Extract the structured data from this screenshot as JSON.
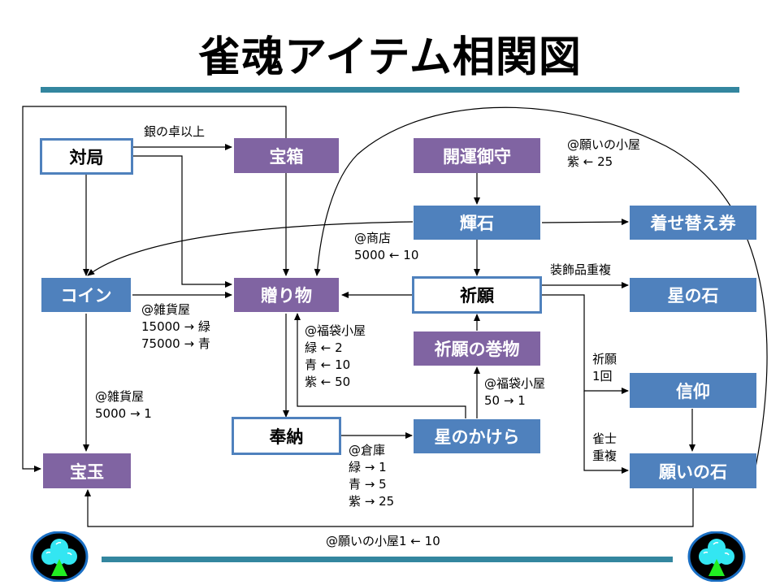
{
  "title": "雀魂アイテム相関図",
  "nodes": {
    "taikyoku": "対局",
    "takarabako": "宝箱",
    "kaiun_omamori": "開運御守",
    "kiseki": "輝石",
    "kisekae_ken": "着せ替え券",
    "coin": "コイン",
    "okurimono": "贈り物",
    "kigan": "祈願",
    "hoshi_no_ishi": "星の石",
    "kigan_no_makimono": "祈願の巻物",
    "shinkou": "信仰",
    "hounou": "奉納",
    "hoshi_no_kakera": "星のかけら",
    "hougyoku": "宝玉",
    "negai_no_ishi": "願いの石"
  },
  "node_colors": {
    "purple": "#8064a2",
    "blue": "#4f81bd",
    "outline_border": "#4f81bd",
    "rule": "#33869f"
  },
  "labels": {
    "taikyoku_to_takarabako": "銀の卓以上",
    "negai_hut_shiun": "@願いの小屋\n紫 ← 25",
    "shop_kiseki_coin": "@商店\n5000 ← 10",
    "kigan_to_hoshi": "装飾品重複",
    "zakkaya_coin_okurimono": "@雑貨屋\n15000 → 緑\n75000 → 青",
    "fukubukuro_okurimono": "@福袋小屋\n緑 ← 2\n青 ← 10\n紫 ← 50",
    "kigan_once": "祈願\n1回",
    "zakkaya_coin_hougyoku": "@雑貨屋\n5000 → 1",
    "fukubukuro_makimono": "@福袋小屋\n50 → 1",
    "jansi_dup": "雀士\n重複",
    "souko_hounou": "@倉庫\n緑 → 1\n青 → 5\n紫 → 25",
    "negai_hut_hougyoku": "@願いの小屋1 ← 10"
  },
  "icons": {
    "logo_left": "tree-clover-logo",
    "logo_right": "tree-clover-logo"
  }
}
